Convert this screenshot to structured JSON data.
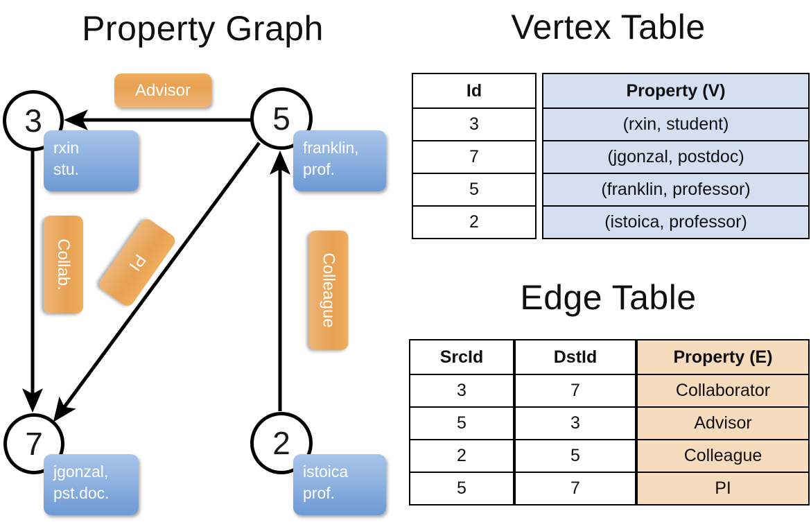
{
  "titles": {
    "property_graph": "Property Graph",
    "vertex_table": "Vertex Table",
    "edge_table": "Edge Table"
  },
  "graph": {
    "vertices": [
      {
        "id": "3",
        "name": "rxin",
        "role": "stu."
      },
      {
        "id": "5",
        "name": "franklin,",
        "role": "prof."
      },
      {
        "id": "7",
        "name": "jgonzal,",
        "role": "pst.doc."
      },
      {
        "id": "2",
        "name": "istoica",
        "role": "prof."
      }
    ],
    "edge_labels": {
      "advisor": "Advisor",
      "collab": "Collab.",
      "pi": "PI",
      "colleague": "Colleague"
    }
  },
  "vertex_table": {
    "headers": {
      "id": "Id",
      "property": "Property (V)"
    },
    "rows": [
      {
        "id": "3",
        "property": "(rxin, student)"
      },
      {
        "id": "7",
        "property": "(jgonzal, postdoc)"
      },
      {
        "id": "5",
        "property": "(franklin, professor)"
      },
      {
        "id": "2",
        "property": "(istoica, professor)"
      }
    ]
  },
  "edge_table": {
    "headers": {
      "src": "SrcId",
      "dst": "DstId",
      "property": "Property (E)"
    },
    "rows": [
      {
        "src": "3",
        "dst": "7",
        "property": "Collaborator"
      },
      {
        "src": "5",
        "dst": "3",
        "property": "Advisor"
      },
      {
        "src": "2",
        "dst": "5",
        "property": "Colleague"
      },
      {
        "src": "5",
        "dst": "7",
        "property": "PI"
      }
    ]
  },
  "colors": {
    "vertex_property_fill": "#D4DFF2",
    "edge_property_fill": "#F6DBBD",
    "vertex_box_blue": "#8FB2E0",
    "edge_label_orange": "#E9A052",
    "stroke": "#000000",
    "background": "#FFFFFF"
  }
}
